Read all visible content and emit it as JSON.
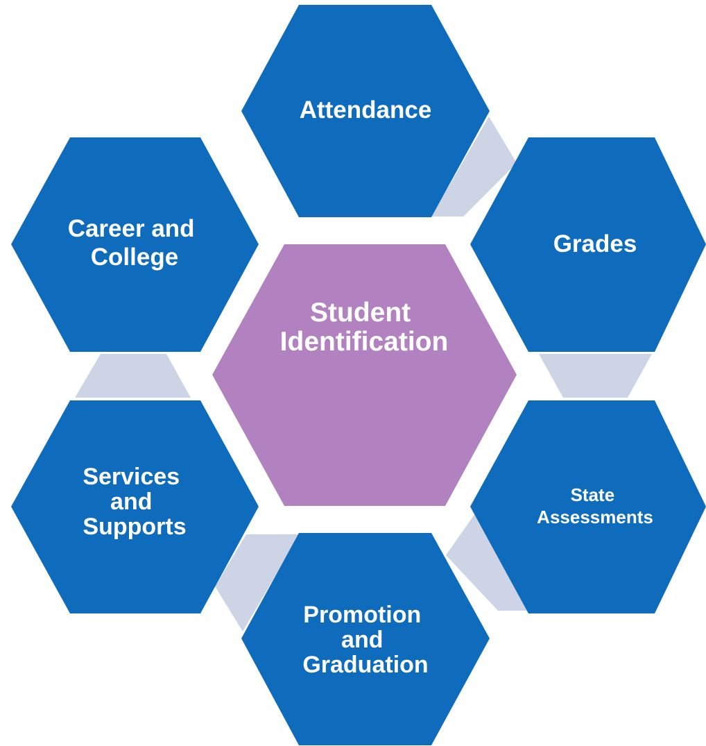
{
  "colors": {
    "outer_hex": "#0f6cbd",
    "center_hex": "#b182bf",
    "connector": "#ccd4e5",
    "icon": "#ffffff",
    "background": "#ffffff"
  },
  "center": {
    "lines": [
      "Student",
      "Identification"
    ],
    "icon": "hands-circle-icon"
  },
  "outer_hexagons": [
    {
      "id": "attendance",
      "lines": [
        "Attendance"
      ]
    },
    {
      "id": "grades",
      "lines": [
        "Grades"
      ]
    },
    {
      "id": "state-assessments",
      "lines": [
        "State",
        "Assessments"
      ]
    },
    {
      "id": "promotion-graduation",
      "lines": [
        "Promotion",
        "and",
        "Graduation"
      ]
    },
    {
      "id": "services-supports",
      "lines": [
        "Services",
        "and",
        "Supports"
      ]
    },
    {
      "id": "career-college",
      "lines": [
        "Career and",
        "College"
      ]
    }
  ]
}
